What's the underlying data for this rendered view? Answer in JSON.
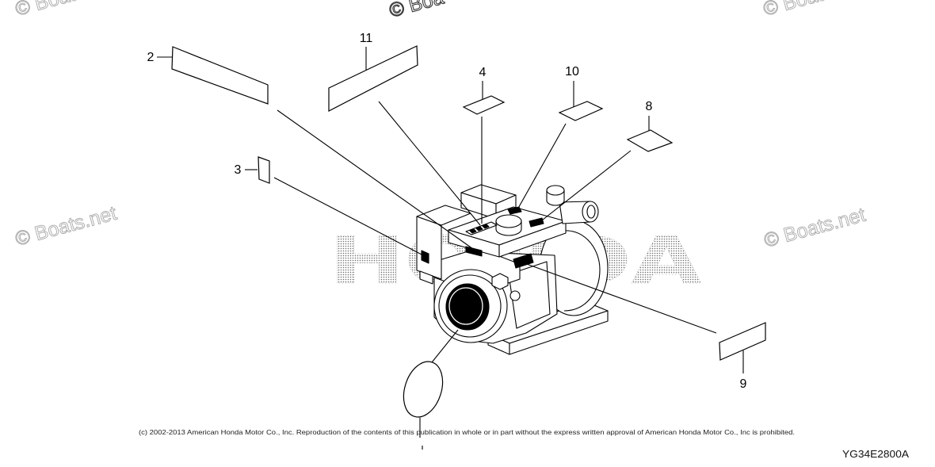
{
  "diagram": {
    "callouts": [
      {
        "label": "2"
      },
      {
        "label": "11"
      },
      {
        "label": "4"
      },
      {
        "label": "10"
      },
      {
        "label": "8"
      },
      {
        "label": "3"
      },
      {
        "label": "9"
      }
    ]
  },
  "watermarks": {
    "brand": "HONDA",
    "site_marks": [
      "© Boats",
      "© Boa",
      "© Boats",
      "© Boats.net",
      "© Boats.net"
    ]
  },
  "footer": {
    "copyright": "(c) 2002-2013 American Honda Motor Co., Inc. Reproduction of the contents of this publication in whole or in part without the express written approval of American Honda Motor Co., Inc is prohibited.",
    "diagram_code": "YG34E2800A"
  },
  "colors": {
    "line_art": "#000000",
    "watermark_outline": "#a9a9a9",
    "watermark_dark": "#3a3a3a",
    "tone_dots": "#6f6f6f",
    "background": "#ffffff"
  }
}
